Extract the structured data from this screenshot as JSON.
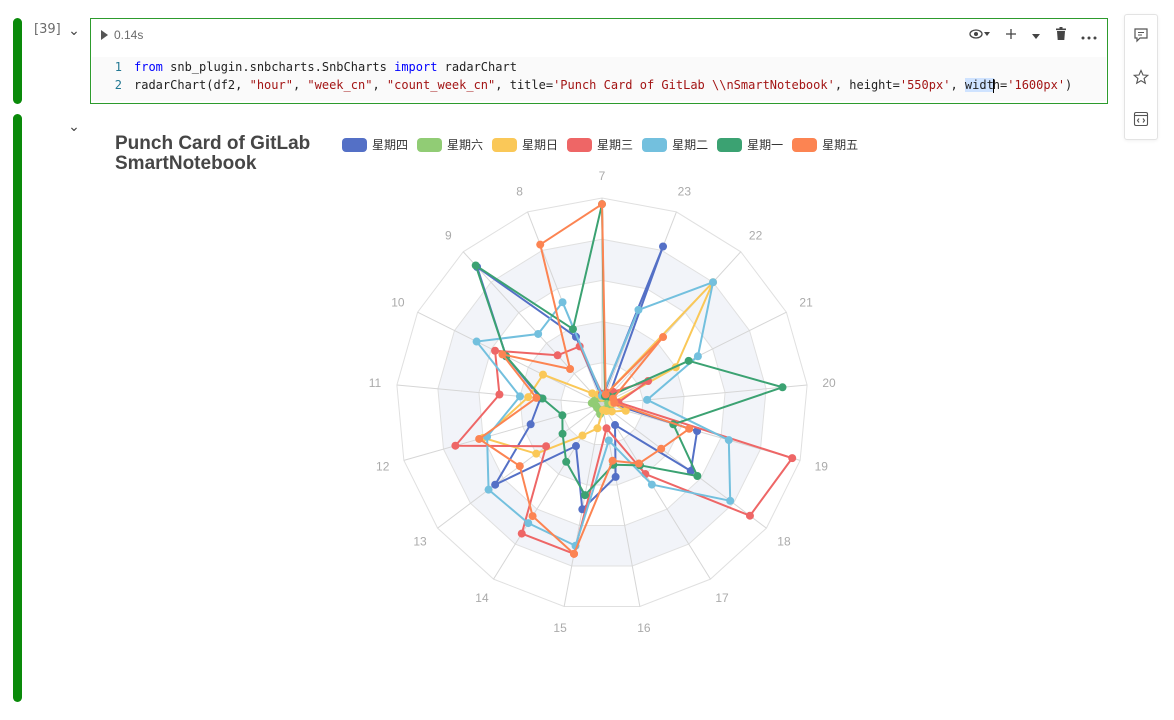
{
  "cell": {
    "exec_count": "[39]",
    "time": "0.14s",
    "code_lines": [
      {
        "num": "1"
      },
      {
        "num": "2"
      }
    ],
    "code1": {
      "kw_from": "from",
      "module": " snb_plugin.snbcharts.SnbCharts ",
      "kw_import": "import",
      "name": " radarChart"
    },
    "code2": {
      "fn_open": "radarChart(df2, ",
      "s1": "\"hour\"",
      "sep1": ", ",
      "s2": "\"week_cn\"",
      "sep2": ", ",
      "s3": "\"count_week_cn\"",
      "sep3": ", title=",
      "s4": "'Punch Card of GitLab \\\\nSmartNotebook'",
      "sep4": ", height=",
      "s5": "'550px'",
      "sep5": ", ",
      "w_sel": "widt",
      "w_rest": "h=",
      "s6": "'1600px'",
      "close": ")"
    }
  },
  "toolbar": {
    "eye_icon": "eye-icon",
    "add_icon": "plus-icon",
    "more_icon": "ellipsis-icon",
    "delete_icon": "trash-icon"
  },
  "side_panel": [
    "comment-icon",
    "star-icon",
    "code-icon"
  ],
  "colors": {
    "run_bar": "#0a8a0a",
    "cell_border": "#2d9b2d"
  },
  "chart_data": {
    "type": "radar",
    "title": "Punch Card of GitLab\nSmartNotebook",
    "indicators": [
      "7",
      "23",
      "22",
      "21",
      "20",
      "19",
      "18",
      "17",
      "16",
      "15",
      "14",
      "13",
      "12",
      "11",
      "10",
      "9",
      "8"
    ],
    "max": 10,
    "series": [
      {
        "name": "星期四",
        "color": "#5470c6",
        "values": [
          0.3,
          8.2,
          0.5,
          0.4,
          0.4,
          4.8,
          5.4,
          1.2,
          3.6,
          5.2,
          2.4,
          6.5,
          3.6,
          3.0,
          5.2,
          9.0,
          3.5
        ]
      },
      {
        "name": "星期六",
        "color": "#91cc75",
        "values": [
          0.3,
          0.3,
          0.4,
          0.4,
          0.3,
          0.4,
          0.4,
          0.3,
          0.3,
          0.5,
          0.3,
          0.3,
          0.3,
          0.5,
          0.4,
          0.4,
          0.3
        ]
      },
      {
        "name": "星期日",
        "color": "#fac858",
        "values": [
          0.3,
          0.5,
          8.0,
          4.0,
          0.5,
          1.2,
          0.6,
          0.4,
          0.3,
          1.2,
          1.8,
          4.0,
          6.0,
          3.6,
          3.2,
          0.7,
          0.5
        ]
      },
      {
        "name": "星期三",
        "color": "#ee6666",
        "values": [
          0.5,
          0.6,
          0.8,
          2.5,
          0.8,
          9.6,
          9.0,
          4.0,
          1.2,
          7.4,
          7.4,
          3.4,
          7.4,
          5.0,
          5.8,
          3.2,
          3.0
        ]
      },
      {
        "name": "星期二",
        "color": "#73c0de",
        "values": [
          0.4,
          4.9,
          8.0,
          5.2,
          2.2,
          6.4,
          7.8,
          4.6,
          1.8,
          7.0,
          6.8,
          6.9,
          5.8,
          4.0,
          6.8,
          4.6,
          5.3
        ]
      },
      {
        "name": "星期一",
        "color": "#3ba272",
        "values": [
          9.7,
          0.4,
          0.5,
          4.7,
          8.8,
          3.6,
          5.8,
          3.5,
          3.0,
          4.5,
          3.3,
          2.4,
          2.0,
          2.9,
          5.2,
          9.1,
          3.9
        ]
      },
      {
        "name": "星期五",
        "color": "#fc8452",
        "values": [
          9.7,
          0.5,
          4.4,
          0.6,
          0.6,
          4.4,
          3.6,
          3.4,
          2.8,
          7.4,
          6.4,
          5.0,
          6.2,
          3.2,
          5.4,
          2.3,
          8.3
        ]
      }
    ]
  }
}
